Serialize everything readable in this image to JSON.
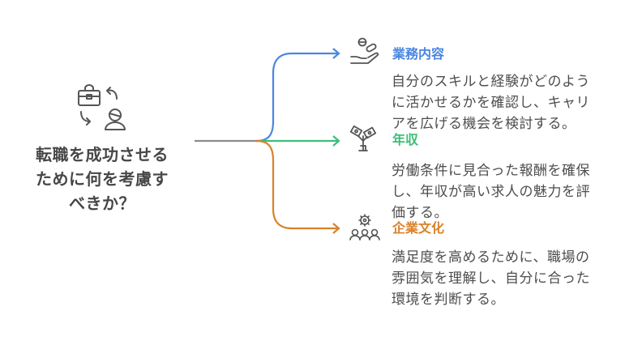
{
  "central": {
    "title_lines": [
      "転職を成功させる",
      "ために何を考慮す",
      "べきか？"
    ],
    "icon": "briefcase-person-exchange-icon"
  },
  "colors": {
    "trunk": "#8c8c8c",
    "blue": "#4a86e0",
    "green": "#3cbf78",
    "orange": "#d9822b"
  },
  "branches": [
    {
      "title": "業務内容",
      "icon": "hand-pills-icon",
      "color": "#4a86e0",
      "desc_lines": [
        "自分のスキルと経験がどのよう",
        "に活かせるかを確認し、キャリ",
        "アを広げる機会を検討する。"
      ]
    },
    {
      "title": "年収",
      "icon": "money-plant-icon",
      "color": "#3cbf78",
      "desc_lines": [
        "労働条件に見合った報酬を確保",
        "し、年収が高い求人の魅力を評",
        "価する。"
      ]
    },
    {
      "title": "企業文化",
      "icon": "team-gear-icon",
      "color": "#d9822b",
      "desc_lines": [
        "満足度を高めるために、職場の",
        "雰囲気を理解し、自分に合った",
        "環境を判断する。"
      ]
    }
  ]
}
